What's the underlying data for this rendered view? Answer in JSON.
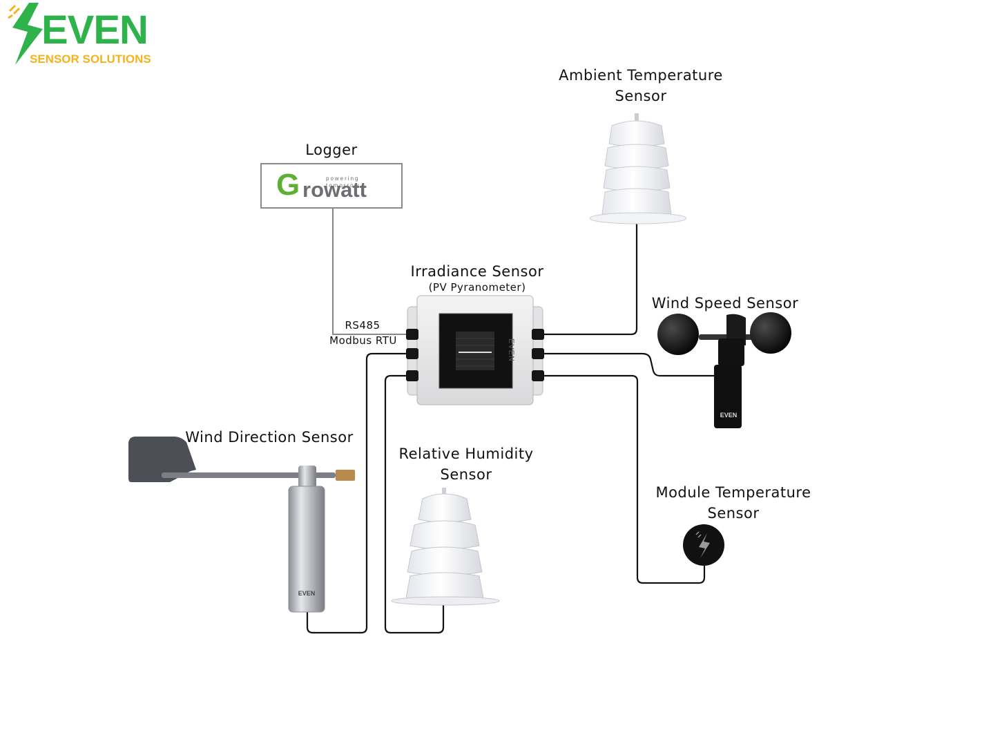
{
  "brand": {
    "name": "EVEN",
    "tagline": "SENSOR SOLUTIONS",
    "colors": {
      "green": "#2db34a",
      "yellow": "#f5b21b"
    }
  },
  "logger": {
    "label": "Logger",
    "brand_name": "rowatt",
    "brand_initial": "G",
    "brand_tagline": "powering tomorrow",
    "colors": {
      "green": "#5cb135",
      "gray": "#6d6e71"
    }
  },
  "irradiance": {
    "label": "Irradiance Sensor",
    "sublabel": "(PV Pyranometer)",
    "device_brand": "EVEN"
  },
  "connection": {
    "protocol_line1": "RS485",
    "protocol_line2": "Modbus RTU"
  },
  "ambient_temp": {
    "label_line1": "Ambient Temperature",
    "label_line2": "Sensor"
  },
  "wind_speed": {
    "label": "Wind Speed Sensor",
    "device_brand": "EVEN"
  },
  "wind_direction": {
    "label": "Wind Direction Sensor",
    "device_brand": "EVEN"
  },
  "humidity": {
    "label_line1": "Relative Humidity",
    "label_line2": "Sensor"
  },
  "module_temp": {
    "label_line1": "Module Temperature",
    "label_line2": "Sensor"
  }
}
